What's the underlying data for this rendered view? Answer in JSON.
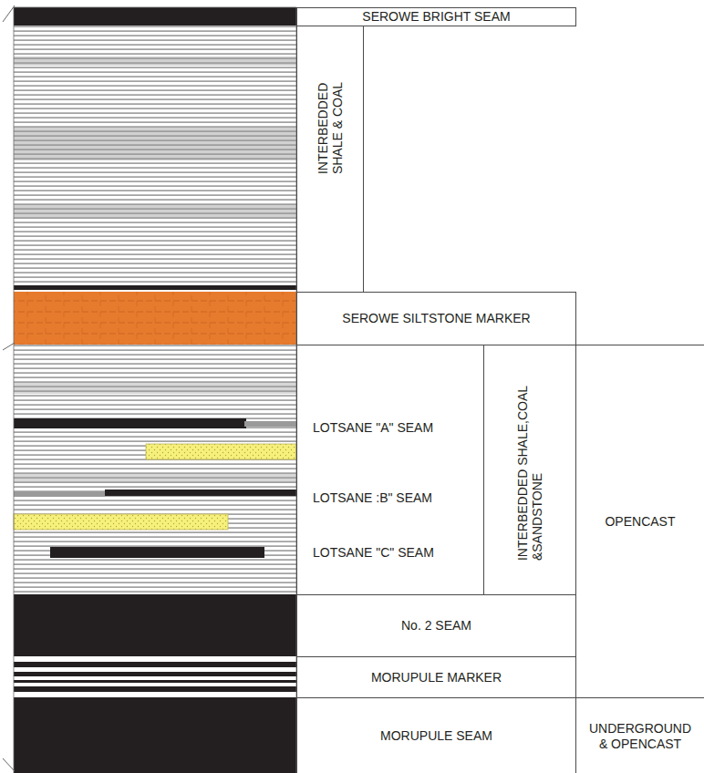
{
  "diagram": {
    "nodes": [
      {
        "text": [
          "SEROWE BRIGHT SEAM"
        ]
      },
      {
        "text": [
          "INTERBEDDED SHALE & COAL"
        ]
      },
      {
        "text": [
          "SEROWE SILTSTONE MARKER"
        ]
      },
      {
        "text": [
          "LOTSANE \"A\" SEAM",
          "LOTSANE :B\" SEAM",
          "LOTSANE \"C\" SEAM"
        ]
      },
      {
        "text": [
          "INTERBEDDED SHALE,COAL &SANDSTONE"
        ]
      },
      {
        "text": [
          "OPENCAST"
        ]
      },
      {
        "text": [
          "No. 2 SEAM"
        ]
      },
      {
        "text": [
          "MORUPULE MARKER"
        ]
      },
      {
        "text": [
          "MORUPULE SEAM"
        ]
      },
      {
        "text": [
          "UNDERGROUND & OPENCAST"
        ]
      }
    ]
  }
}
